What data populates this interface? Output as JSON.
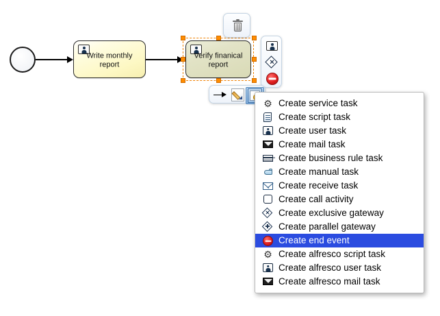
{
  "canvas": {
    "start_event": {
      "name": "start-event",
      "label": ""
    },
    "tasks": [
      {
        "id": "write-monthly-report",
        "label": "Write monthly report",
        "icon": "user-task-icon",
        "selected": false
      },
      {
        "id": "verify-financial-report",
        "label": "Verify finanical report",
        "icon": "user-task-icon",
        "selected": true
      }
    ]
  },
  "selection_palettes": {
    "delete": {
      "label": "",
      "icon": "trash-icon",
      "tooltip": "Delete"
    },
    "quick_create": [
      {
        "label": "",
        "icon": "user-task-icon"
      },
      {
        "label": "",
        "icon": "exclusive-gateway-icon"
      },
      {
        "label": "",
        "icon": "end-event-icon"
      }
    ],
    "bottom_bar": [
      {
        "label": "",
        "icon": "sequence-flow-arrow-icon",
        "active": false
      },
      {
        "label": "",
        "icon": "edit-pencil-icon",
        "active": false
      },
      {
        "label": "",
        "icon": "new-element-icon",
        "active": true
      }
    ]
  },
  "context_menu": {
    "items": [
      {
        "label": "Create service task",
        "icon": "gear-icon",
        "selected": false
      },
      {
        "label": "Create script task",
        "icon": "script-scroll-icon",
        "selected": false
      },
      {
        "label": "Create user task",
        "icon": "user-task-icon",
        "selected": false
      },
      {
        "label": "Create mail task",
        "icon": "mail-filled-icon",
        "selected": false
      },
      {
        "label": "Create business rule task",
        "icon": "business-rule-table-icon",
        "selected": false
      },
      {
        "label": "Create manual task",
        "icon": "hand-icon",
        "selected": false
      },
      {
        "label": "Create receive task",
        "icon": "envelope-outline-icon",
        "selected": false
      },
      {
        "label": "Create call activity",
        "icon": "rounded-square-icon",
        "selected": false
      },
      {
        "label": "Create exclusive gateway",
        "icon": "exclusive-gateway-icon",
        "selected": false
      },
      {
        "label": "Create parallel gateway",
        "icon": "parallel-gateway-icon",
        "selected": false
      },
      {
        "label": "Create end event",
        "icon": "end-event-icon",
        "selected": true
      },
      {
        "label": "Create alfresco script task",
        "icon": "gear-icon",
        "selected": false
      },
      {
        "label": "Create alfresco user task",
        "icon": "user-task-icon",
        "selected": false
      },
      {
        "label": "Create alfresco mail task",
        "icon": "mail-filled-icon",
        "selected": false
      }
    ]
  },
  "colors": {
    "task_fill": "#fdf8c4",
    "task_selected_fill": "#d9dab6",
    "selection_handle": "#ff8c00",
    "menu_highlight": "#2b4ce0",
    "end_event_red": "#df1f1f",
    "canvas_bg": "#ffffff"
  }
}
